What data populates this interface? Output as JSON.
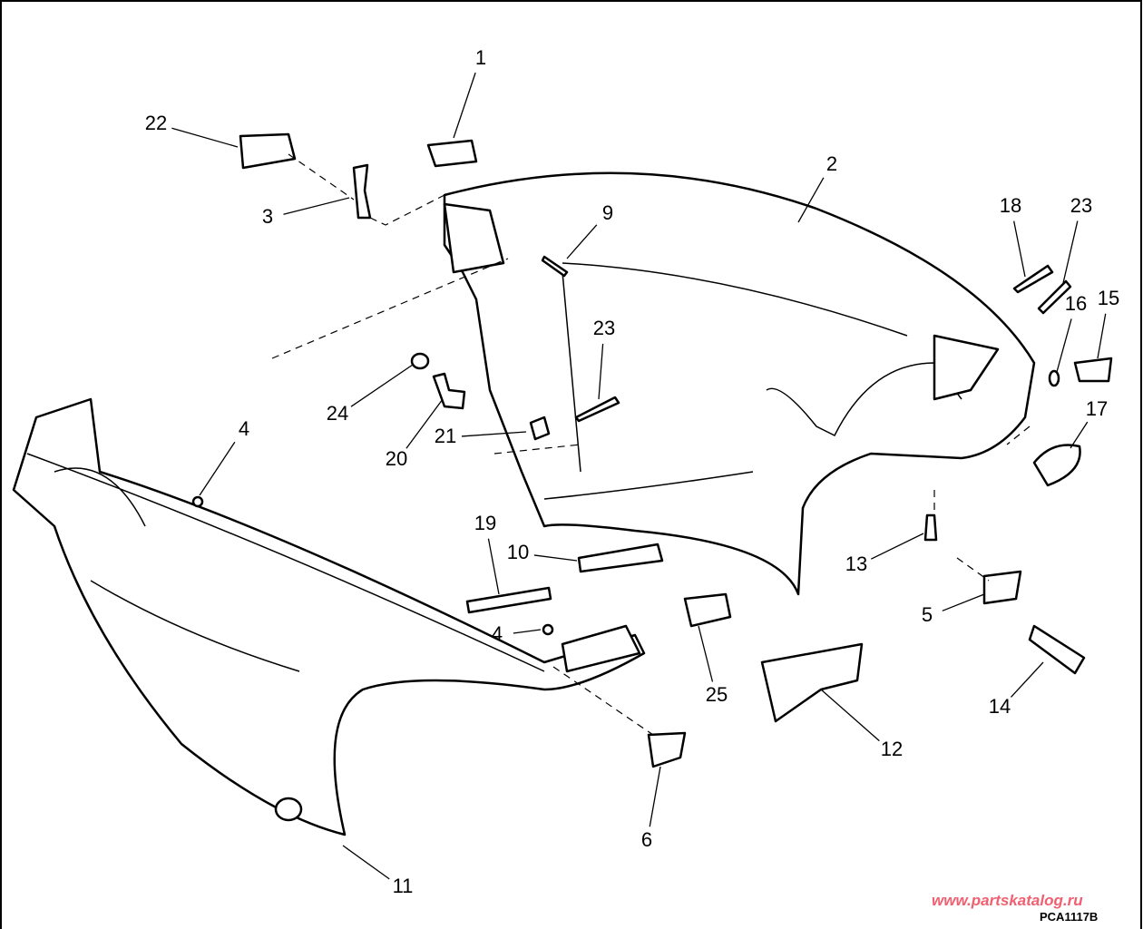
{
  "callouts": [
    "1",
    "22",
    "3",
    "2",
    "9",
    "18",
    "23",
    "16",
    "15",
    "23",
    "24",
    "20",
    "21",
    "4",
    "17",
    "13",
    "19",
    "10",
    "4",
    "5",
    "25",
    "12",
    "14",
    "6",
    "11"
  ],
  "watermark": "www.partskatalog.ru",
  "diagram_code": "PCA1117B",
  "colors": {
    "line": "#000000",
    "watermark": "#f06070"
  }
}
